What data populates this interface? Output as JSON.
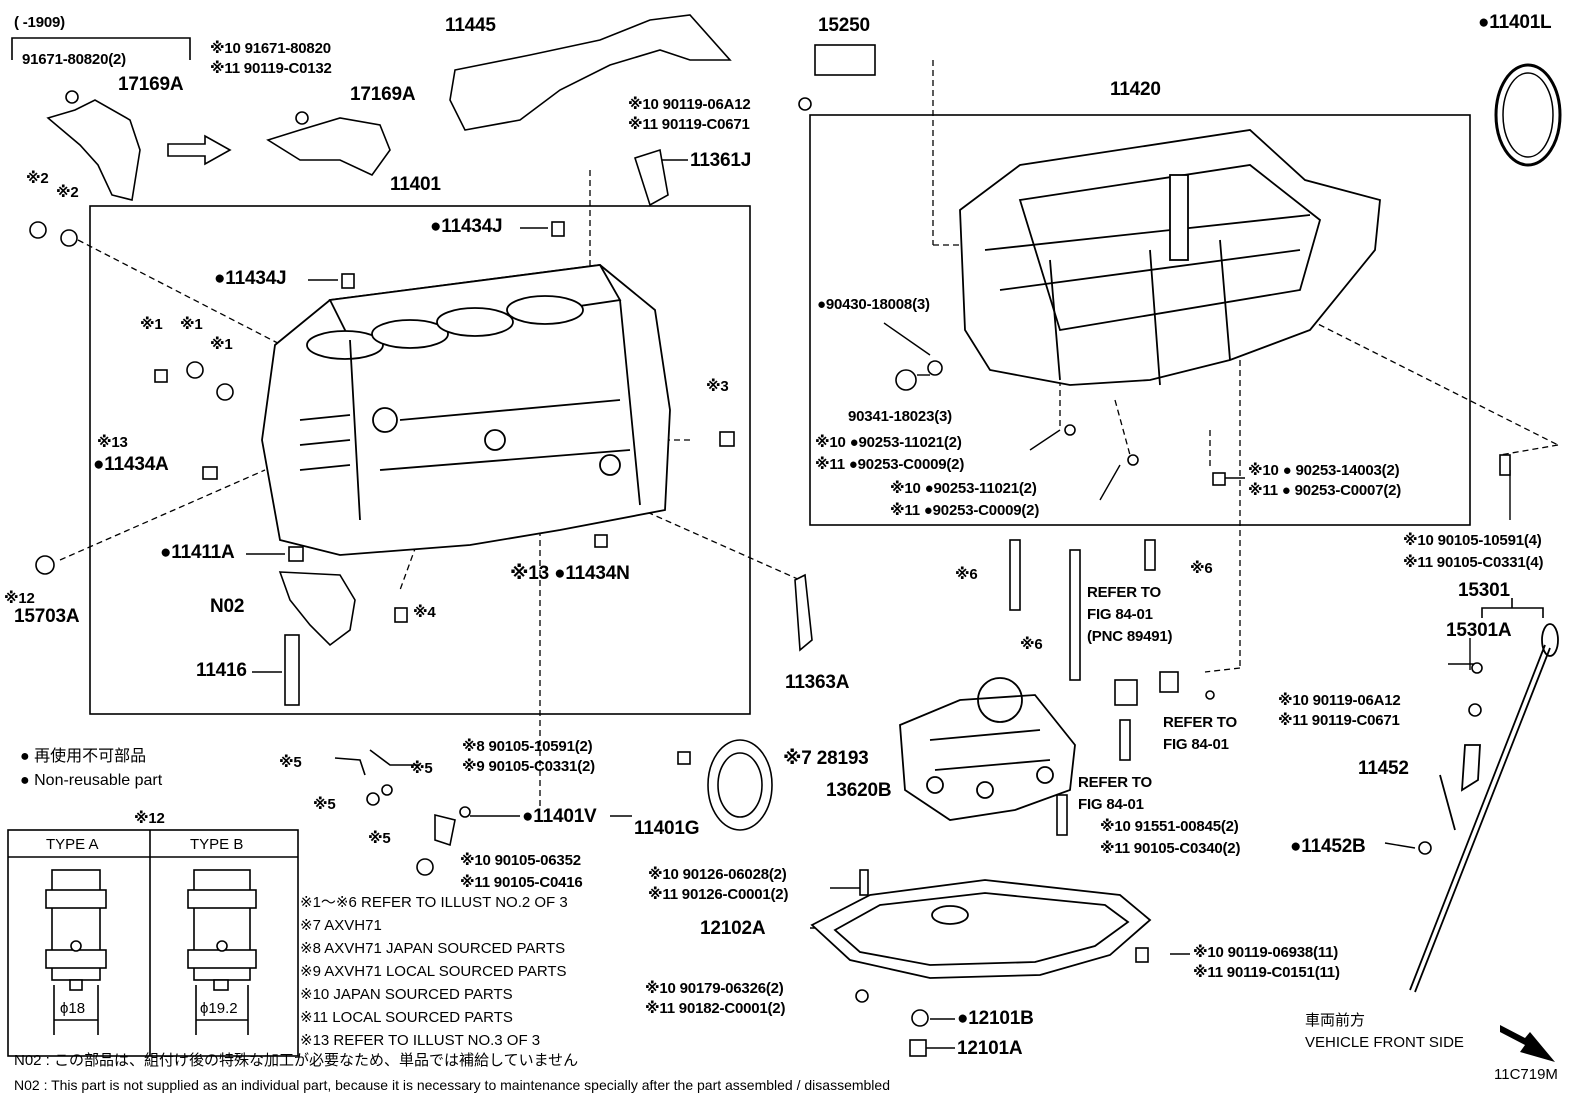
{
  "header": {
    "range": "(     -1909)"
  },
  "labels": {
    "p_91671_a": "91671-80820(2)",
    "p_17169a_l": "17169A",
    "p_17169a_r": "17169A",
    "p_10_91671": "※10 91671-80820",
    "p_11_90119": "※11 90119-C0132",
    "p_11445": "11445",
    "p_15250": "15250",
    "p_11401l": "●11401L",
    "p_10_06a12_top": "※10 90119-06A12",
    "p_11_c0671_top": "※11 90119-C0671",
    "p_11361j": "11361J",
    "p_11420": "11420",
    "p_mk2a": "※2",
    "p_mk2b": "※2",
    "p_11401": "11401",
    "p_11434j_a": "●11434J",
    "p_11434j_b": "●11434J",
    "p_90430": "●90430-18008(3)",
    "p_90341": "90341-18023(3)",
    "p_mk1a": "※1",
    "p_mk1b": "※1",
    "p_mk1c": "※1",
    "p_mk3": "※3",
    "p_mk13a": "※13",
    "p_11434a": "●11434A",
    "p_10_11021a": "※10 ●90253-11021(2)",
    "p_11_c0009a": "※11 ●90253-C0009(2)",
    "p_10_11021b": "※10 ●90253-11021(2)",
    "p_11_c0009b": "※11 ●90253-C0009(2)",
    "p_10_14003": "※10 ● 90253-14003(2)",
    "p_11_c0007": "※11 ● 90253-C0007(2)",
    "p_10_10591_r": "※10 90105-10591(4)",
    "p_11_c0331_r": "※11 90105-C0331(4)",
    "p_11411a": "●11411A",
    "p_mk12a": "※12",
    "p_15703a": "15703A",
    "p_n02": "N02",
    "p_mk4": "※4",
    "p_mk13n": "※13 ●11434N",
    "p_mk6a": "※6",
    "p_mk6b": "※6",
    "p_mk6c": "※6",
    "p_refer1": "REFER TO",
    "p_refer1b": "FIG 84-01",
    "p_refer1c": "(PNC 89491)",
    "p_15301": "15301",
    "p_15301a": "15301A",
    "p_11416": "11416",
    "p_11363a": "11363A",
    "p_refer2": "REFER TO",
    "p_refer2b": "FIG 84-01",
    "p_10_06a12_r": "※10 90119-06A12",
    "p_11_c0671_r": "※11 90119-C0671",
    "p_11452": "11452",
    "p_8_10591": "※8 90105-10591(2)",
    "p_9_c0331": "※9 90105-C0331(2)",
    "p_mk7": "※7 28193",
    "p_13620b": "13620B",
    "p_refer3": "REFER TO",
    "p_refer3b": "FIG 84-01",
    "p_mk5a": "※5",
    "p_mk5b": "※5",
    "p_mk5c": "※5",
    "p_mk5d": "※5",
    "p_11401v": "●11401V",
    "p_11401g": "11401G",
    "p_10_00845": "※10 91551-00845(2)",
    "p_11_c0340": "※11 90105-C0340(2)",
    "p_11452b": "●11452B",
    "p_10_06352": "※10 90105-06352",
    "p_11_c0416": "※11 90105-C0416",
    "p_10_06028": "※10 90126-06028(2)",
    "p_11_c0001a": "※11 90126-C0001(2)",
    "p_12102a": "12102A",
    "p_10_06938": "※10 90119-06938(11)",
    "p_11_c0151": "※11 90119-C0151(11)",
    "p_10_06326": "※10 90179-06326(2)",
    "p_11_c0001b": "※11 90182-C0001(2)",
    "p_12101b": "●12101B",
    "p_12101a": "12101A",
    "p_front_jp": "車両前方",
    "p_front_en": "VEHICLE FRONT SIDE",
    "p_code": "11C719M"
  },
  "legend": {
    "jp": "● 再使用不可部品",
    "en": "● Non-reusable part"
  },
  "type_box": {
    "title": "※12",
    "type_a": "TYPE A",
    "type_b": "TYPE B",
    "dim_a": "ϕ18",
    "dim_b": "ϕ19.2"
  },
  "notes": [
    "※1～※6  REFER TO ILLUST NO.2 OF 3",
    "※7 AXVH71",
    "※8 AXVH71 JAPAN SOURCED PARTS",
    "※9 AXVH71 LOCAL SOURCED PARTS",
    "※10 JAPAN SOURCED PARTS",
    "※11 LOCAL SOURCED PARTS",
    "※13 REFER TO ILLUST NO.3 OF 3"
  ],
  "footer": {
    "n02_jp": "N02 : この部品は、組付け後の特殊な加工が必要なため、単品では補給していません",
    "n02_en": "N02 : This part is not supplied as an individual part, because it is necessary to maintenance specially after the part assembled / disassembled"
  }
}
